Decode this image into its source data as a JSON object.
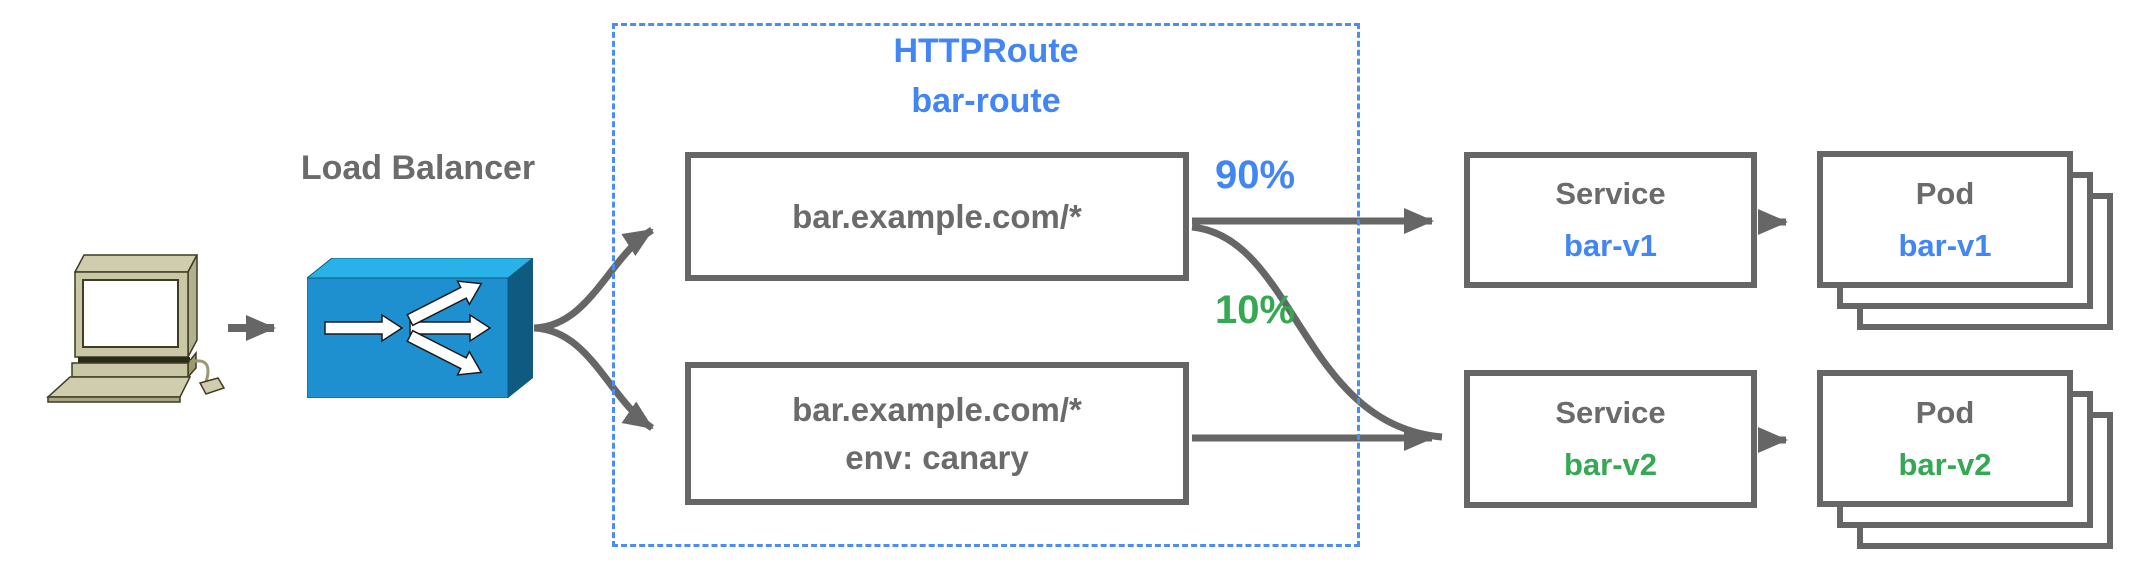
{
  "diagram": {
    "client": {
      "icon": "client-computer-icon"
    },
    "load_balancer": {
      "label": "Load Balancer",
      "icon": "load-balancer-icon"
    },
    "httproute": {
      "kind": "HTTPRoute",
      "name": "bar-route",
      "matches": [
        {
          "line1": "bar.example.com/*",
          "line2": ""
        },
        {
          "line1": "bar.example.com/*",
          "line2": "env: canary"
        }
      ]
    },
    "weights": {
      "primary": "90%",
      "canary": "10%"
    },
    "services": [
      {
        "kind": "Service",
        "name": "bar-v1"
      },
      {
        "kind": "Service",
        "name": "bar-v2"
      }
    ],
    "pods": [
      {
        "kind": "Pod",
        "name": "bar-v1"
      },
      {
        "kind": "Pod",
        "name": "bar-v2"
      }
    ],
    "colors": {
      "blue": "#4285F4",
      "green": "#34A853",
      "gray_text": "#6b6b6b",
      "box_border": "#666666",
      "dashed_border": "#4C8CF6",
      "lb_front": "#1E90D0",
      "lb_top": "#29B2E8",
      "lb_side": "#0F5A80",
      "computer_beige": "#C9C7A5"
    }
  }
}
